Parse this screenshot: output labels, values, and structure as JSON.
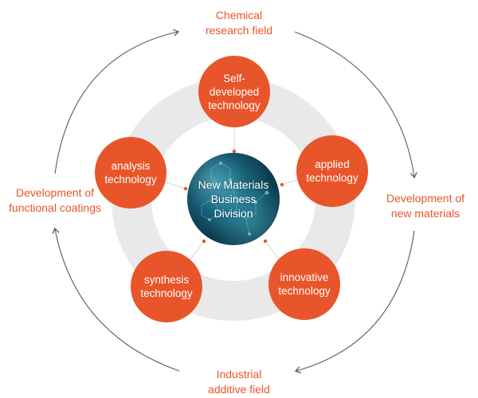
{
  "colors": {
    "accent": "#e8552a",
    "ring": "#e8e8e8",
    "connector": "#d7d7d7",
    "arrow": "#5a5a5a",
    "core": "#0d3f52"
  },
  "center": {
    "label": "New Materials\nBusiness\nDivision"
  },
  "technologies": [
    {
      "label": "Self-developed\ntechnology"
    },
    {
      "label": "applied\ntechnology"
    },
    {
      "label": "innovative\ntechnology"
    },
    {
      "label": "synthesis\ntechnology"
    },
    {
      "label": "analysis\ntechnology"
    }
  ],
  "fields": {
    "top": "Chemical\nresearch field",
    "right": "Development of\nnew materials",
    "bottom": "Industrial\nadditive field",
    "left": "Development of\nfunctional coatings"
  }
}
